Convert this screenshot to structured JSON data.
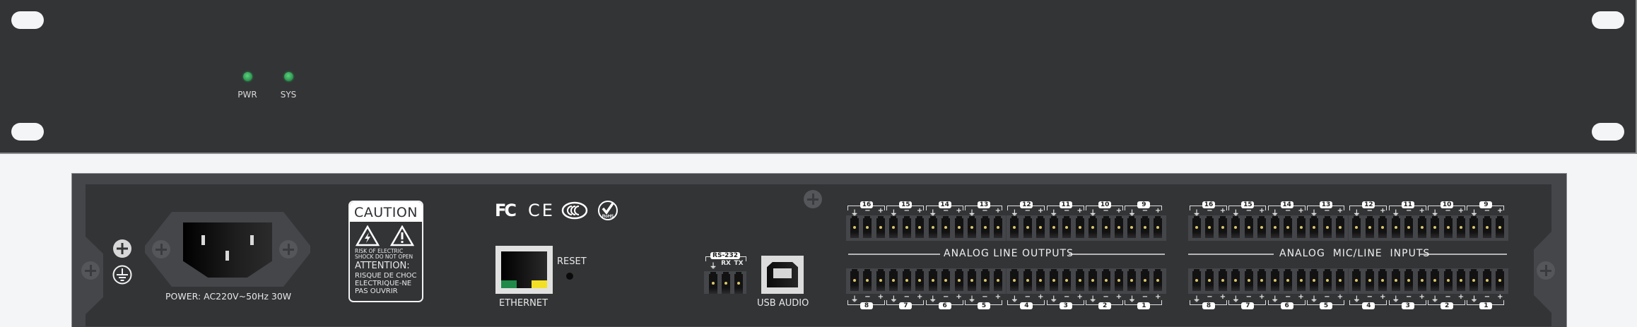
{
  "front_panel": {
    "indicators": [
      {
        "label": "PWR",
        "state": "on",
        "color": "#3fb863"
      },
      {
        "label": "SYS",
        "state": "on",
        "color": "#3fb863"
      }
    ]
  },
  "back_panel": {
    "power": {
      "label": "POWER: AC220V~50Hz 30W",
      "icon": "iec-c14-inlet"
    },
    "ground_icons": [
      "screw-terminal-icon",
      "protective-earth-icon"
    ],
    "caution": {
      "title": "CAUTION",
      "line1": "RISK OF ELECTRIC",
      "line2": "SHOCK DO NOT OPEN",
      "attention": "ATTENTION:",
      "fr1": "RISQUE DE CHOC",
      "fr2": "ELECTRIQUE-NE",
      "fr3": "PAS OUVRIR"
    },
    "certifications": [
      "FC",
      "CE",
      "CCC",
      "RoHS"
    ],
    "ethernet": {
      "label": "ETHERNET",
      "led_left": "#1f8a4a",
      "led_right": "#f2e027"
    },
    "reset": {
      "label": "RESET"
    },
    "rs232": {
      "title": "RS-232",
      "pins": [
        "⏚",
        "RX",
        "TX"
      ]
    },
    "usb": {
      "label": "USB AUDIO"
    },
    "outputs": {
      "title": "ANALOG LINE OUTPUTS",
      "top_channels": [
        "16",
        "15",
        "14",
        "13",
        "12",
        "11",
        "10",
        "9"
      ],
      "bottom_channels": [
        "8",
        "7",
        "6",
        "5",
        "4",
        "3",
        "2",
        "1"
      ],
      "pin_labels": [
        "⏚",
        "−",
        "+"
      ]
    },
    "inputs": {
      "title": "ANALOG  MIC/LINE  INPUTS",
      "top_channels": [
        "16",
        "15",
        "14",
        "13",
        "12",
        "11",
        "10",
        "9"
      ],
      "bottom_channels": [
        "8",
        "7",
        "6",
        "5",
        "4",
        "3",
        "2",
        "1"
      ],
      "pin_labels": [
        "⏚",
        "−",
        "+"
      ]
    }
  },
  "colors": {
    "chassis": "#333436",
    "chassis_frame": "#45464a",
    "background": "#f4f5f7",
    "terminal_contact": "#d9c66a"
  }
}
